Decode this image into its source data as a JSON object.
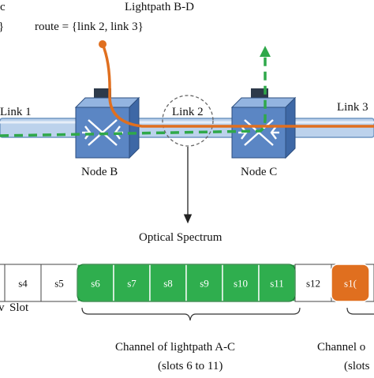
{
  "colors": {
    "fiber": "#bcd2ec",
    "fiber_edge": "#6f96c2",
    "node_front": "#5b86c4",
    "node_top": "#93b4e0",
    "node_side": "#3e68a6",
    "node_connector": "#2d3a4a",
    "lightpath_bd": "#e06f1f",
    "lightpath_ac": "#2fa84a",
    "slot_green": "#2fae4e",
    "slot_orange": "#e06f1f",
    "slot_border": "#444444"
  },
  "header": {
    "lightpath_title": "Lightpath B-D",
    "route_text": "route = {link 2, link 3}",
    "left_cut_brace": "}",
    "left_cut_letter": "c"
  },
  "links": {
    "link1": "Link 1",
    "link2": "Link 2",
    "link3": "Link 3"
  },
  "nodes": {
    "node_b": "Node B",
    "node_c": "Node C"
  },
  "spectrum": {
    "title": "Optical Spectrum",
    "slots": [
      {
        "label": "",
        "type": "empty"
      },
      {
        "label": "s4",
        "type": "empty"
      },
      {
        "label": "s5",
        "type": "empty"
      },
      {
        "label": "s6",
        "type": "green"
      },
      {
        "label": "s7",
        "type": "green"
      },
      {
        "label": "s8",
        "type": "green"
      },
      {
        "label": "s9",
        "type": "green"
      },
      {
        "label": "s10",
        "type": "green"
      },
      {
        "label": "s11",
        "type": "green"
      },
      {
        "label": "s12",
        "type": "empty"
      },
      {
        "label": "s1(",
        "type": "orange"
      }
    ],
    "slot_caption": "Slot",
    "slot_caption_prefix": "v",
    "channel_ac_line1": "Channel of lightpath A-C",
    "channel_ac_line2": "(slots 6 to 11)",
    "channel_bd_line1": "Channel o",
    "channel_bd_line2": "(slots"
  }
}
